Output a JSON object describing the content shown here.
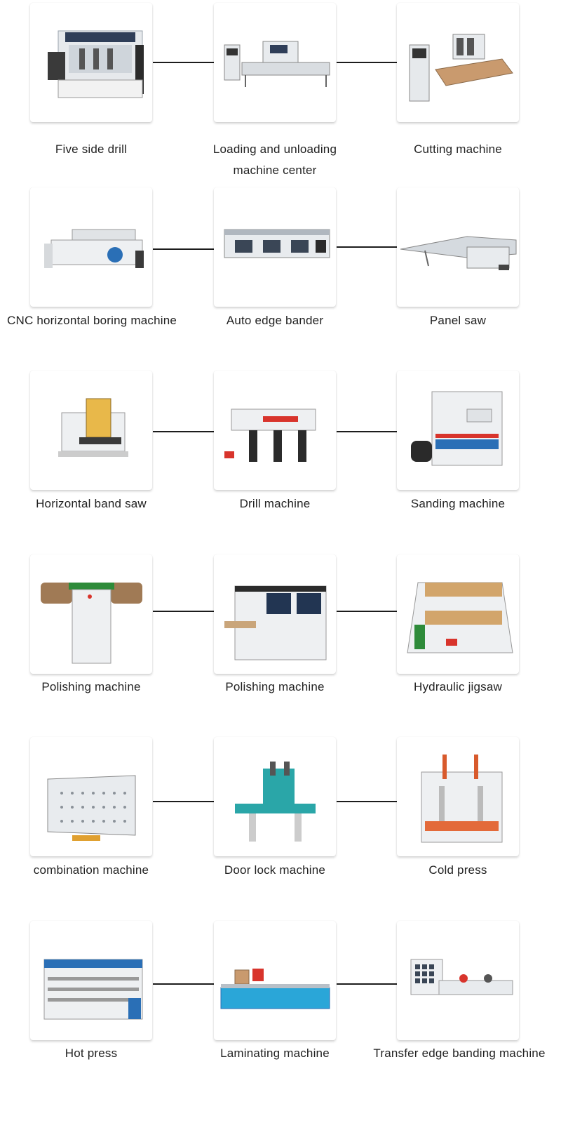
{
  "machines": [
    [
      "Five side drill",
      "Loading and unloading machine center",
      "Cutting machine"
    ],
    [
      "CNC horizontal boring machine",
      "Auto edge bander",
      "Panel saw"
    ],
    [
      "Horizontal band saw",
      "Drill machine",
      "Sanding machine"
    ],
    [
      "Polishing machine",
      "Polishing machine",
      "Hydraulic jigsaw"
    ],
    [
      "combination machine",
      "Door lock machine",
      "Cold press"
    ],
    [
      "Hot press",
      "Laminating machine",
      "Transfer edge banding machine"
    ]
  ],
  "colors": {
    "connector": "#1c1c1c",
    "machine_body": "#e8ebee",
    "machine_dark": "#3a4656",
    "accent_blue": "#2a6fb6",
    "accent_red": "#d8342c",
    "accent_teal": "#2aa6a8"
  }
}
